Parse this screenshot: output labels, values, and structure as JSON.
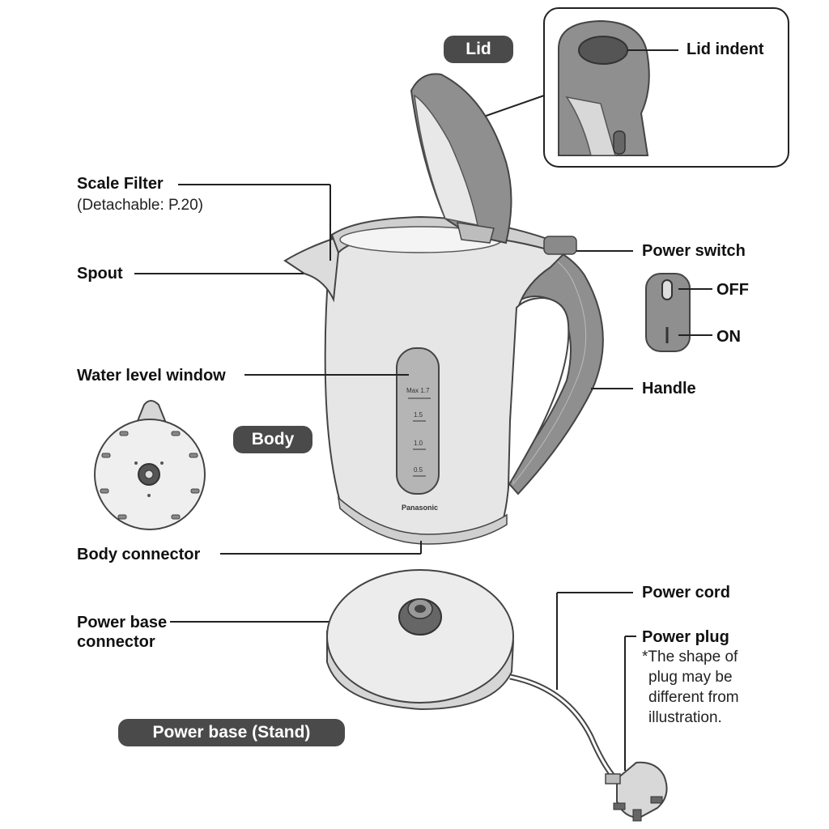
{
  "labels": {
    "lid": "Lid",
    "lid_indent": "Lid indent",
    "scale_filter": "Scale Filter",
    "scale_filter_note": "(Detachable: P.20)",
    "spout": "Spout",
    "power_switch": "Power switch",
    "off": "OFF",
    "on": "ON",
    "handle": "Handle",
    "water_level_window": "Water level window",
    "body": "Body",
    "body_connector": "Body connector",
    "power_cord": "Power cord",
    "power_plug": "Power plug",
    "plug_note_1": "*The shape of",
    "plug_note_2": "plug may be",
    "plug_note_3": "different from",
    "plug_note_4": "illustration.",
    "power_base_connector_1": "Power base",
    "power_base_connector_2": "connector",
    "power_base": "Power base (Stand)"
  },
  "kettle": {
    "brand": "Panasonic",
    "scale_max": "Max 1.7",
    "scale_15": "1.5",
    "scale_10": "1.0",
    "scale_05": "0.5"
  }
}
